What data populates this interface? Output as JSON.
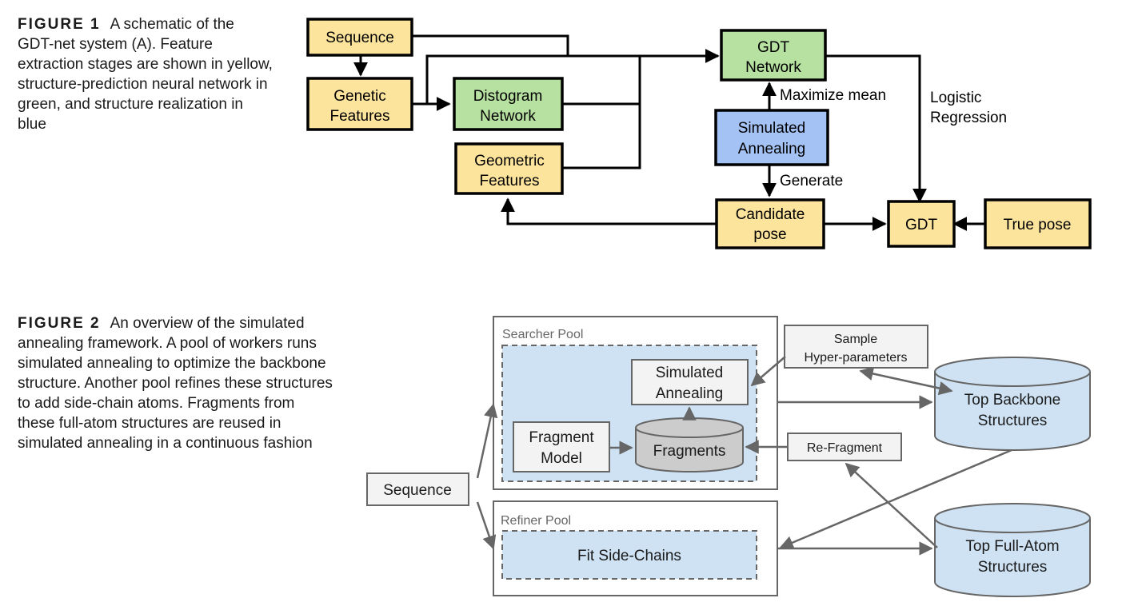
{
  "figure1": {
    "caption": {
      "label": "FIGURE 1",
      "text": "A schematic of the GDT-net system (A). Feature extraction stages are shown in yellow, structure-prediction neural network in green, and structure realization in blue"
    },
    "nodes": {
      "sequence": [
        "Sequence"
      ],
      "genetic_features": [
        "Genetic",
        "Features"
      ],
      "distogram_network": [
        "Distogram",
        "Network"
      ],
      "geometric_features": [
        "Geometric",
        "Features"
      ],
      "gdt_network": [
        "GDT",
        "Network"
      ],
      "simulated_annealing": [
        "Simulated",
        "Annealing"
      ],
      "candidate_pose": [
        "Candidate",
        "pose"
      ],
      "gdt": [
        "GDT"
      ],
      "true_pose": [
        "True pose"
      ]
    },
    "edge_labels": {
      "maximize_mean": "Maximize mean",
      "generate": "Generate",
      "logistic_regression": [
        "Logistic",
        "Regression"
      ]
    },
    "colors": {
      "feature": "#fde49c",
      "network": "#b7e1a1",
      "realization": "#a4c2f4"
    }
  },
  "figure2": {
    "caption": {
      "label": "FIGURE 2",
      "text": "An overview of the simulated annealing framework. A pool of workers runs simulated annealing to optimize the backbone structure. Another pool refines these structures to add side-chain atoms. Fragments from these full-atom structures are reused in simulated annealing in a continuous fashion"
    },
    "nodes": {
      "searcher_pool": "Searcher Pool",
      "refiner_pool": "Refiner Pool",
      "simulated_annealing": [
        "Simulated",
        "Annealing"
      ],
      "fragment_model": [
        "Fragment",
        "Model"
      ],
      "fragments": "Fragments",
      "sample_hyperparameters": [
        "Sample",
        "Hyper-parameters"
      ],
      "re_fragment": "Re-Fragment",
      "top_backbone": [
        "Top Backbone",
        "Structures"
      ],
      "top_full_atom": [
        "Top Full-Atom",
        "Structures"
      ],
      "sequence": "Sequence",
      "fit_side_chains": "Fit Side-Chains"
    },
    "colors": {
      "pool_fill": "#cfe2f3",
      "box_fill": "#f3f3f3",
      "cylinder_fill": "#cfe2f3",
      "fragments_fill": "#cccccc"
    }
  }
}
